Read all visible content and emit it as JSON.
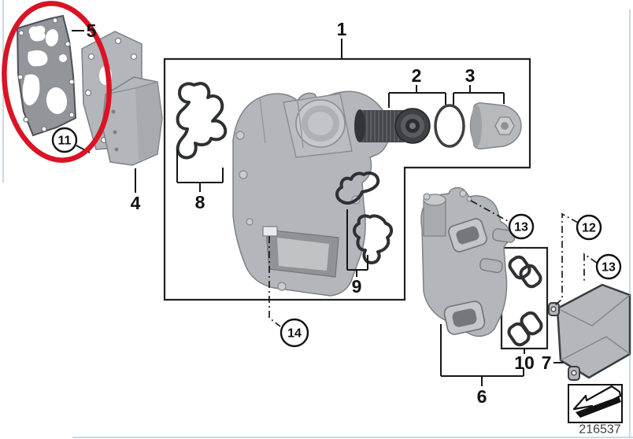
{
  "diagram": {
    "drawing_number": "216537",
    "callouts": {
      "n1": "1",
      "n2": "2",
      "n3": "3",
      "n4": "4",
      "n5": "5",
      "n6": "6",
      "n7": "7",
      "n8": "8",
      "n9": "9",
      "n10": "10",
      "n11": "11",
      "n12": "12",
      "n13a": "13",
      "n13b": "13",
      "n14": "14"
    },
    "colors": {
      "highlight": "#d81425",
      "line": "#161616",
      "frame": "#cdd7e0",
      "metal": "#b3b6ba",
      "rubber": "#2e3134"
    },
    "icons": {
      "direction_arrow": "arrow-down-left"
    }
  }
}
